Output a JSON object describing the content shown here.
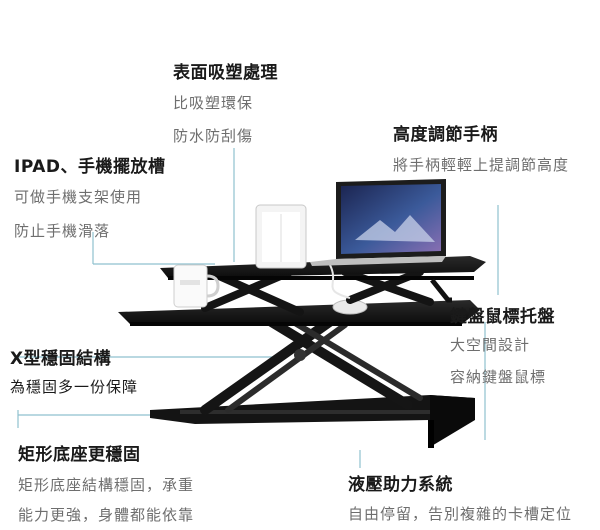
{
  "features": {
    "surface": {
      "title": "表面吸塑處理",
      "lines": [
        "比吸塑環保",
        "防水防刮傷"
      ]
    },
    "height": {
      "title": "高度調節手柄",
      "lines": [
        "將手柄輕輕上提調節高度"
      ]
    },
    "ipad": {
      "title": "IPAD、手機擺放槽",
      "lines": [
        "可做手機支架使用",
        "防止手機滑落"
      ]
    },
    "keyboard": {
      "title": "鍵盤鼠標托盤",
      "lines": [
        "大空間設計",
        "容納鍵盤鼠標"
      ]
    },
    "xframe": {
      "title": "X型穩固結構",
      "lines": [
        "為穩固多一份保障"
      ]
    },
    "base": {
      "title": "矩形底座更穩固",
      "lines": [
        "矩形底座結構穩固，承重",
        "能力更強，身體都能依靠"
      ]
    },
    "hydraulic": {
      "title": "液壓助力系統",
      "lines": [
        "自由停留，告別複雜的卡槽定位"
      ]
    }
  },
  "colors": {
    "title_text": "#1a1a1a",
    "desc_text": "#6e6e6e",
    "leader_line": "#8fc1cf",
    "desk_black": "#111111",
    "screen_blue": "#3a4f86"
  },
  "icons": {
    "product": "standing-desk-converter-illustration",
    "laptop": "laptop-icon",
    "tablet": "tablet-icon",
    "mug": "mug-icon",
    "mouse": "mouse-icon"
  }
}
